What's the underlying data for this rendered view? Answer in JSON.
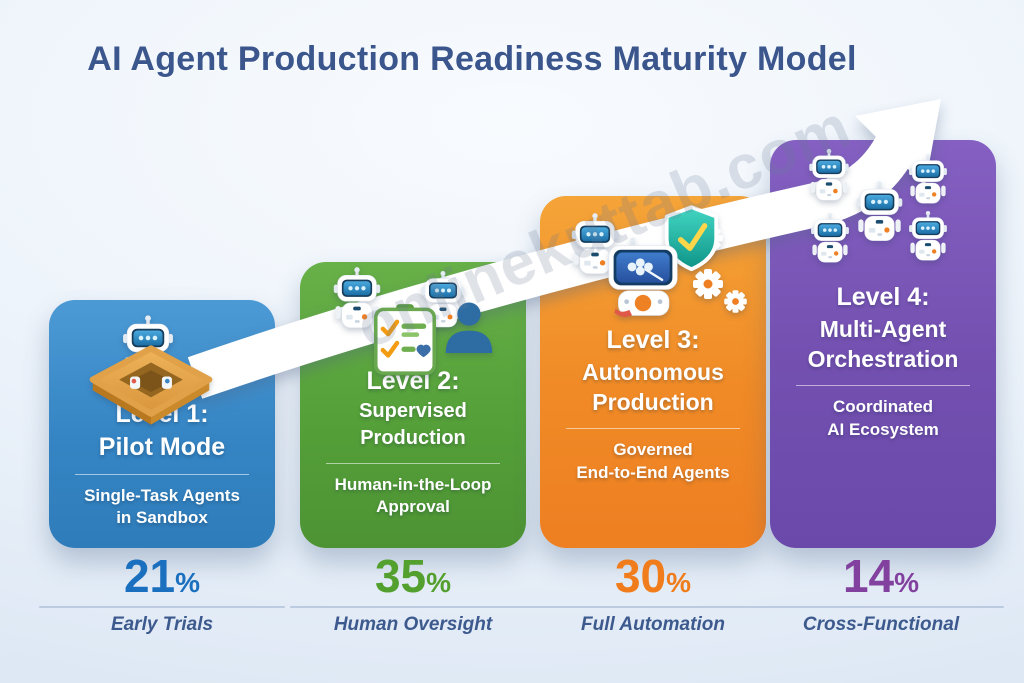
{
  "title": "AI Agent Production Readiness Maturity Model",
  "watermark": "onlinekuttab.com",
  "background_color": "#e9f0f9",
  "title_color": "#3a568c",
  "arrow_color": "#ffffff",
  "levels": [
    {
      "heading": "Level 1:",
      "name_lines": [
        "Pilot Mode"
      ],
      "sub_lines": [
        "Single-Task Agents",
        "in Sandbox"
      ],
      "card_color": "#3585c4",
      "icons": [
        "robot-icon",
        "sandbox-icon"
      ],
      "stat": {
        "value": "21",
        "unit": "%",
        "label": "Early Trials",
        "color": "#1a6fbe"
      }
    },
    {
      "heading": "Level 2:",
      "name_lines": [
        "Supervised Production"
      ],
      "sub_lines": [
        "Human-in-the-Loop",
        "Approval"
      ],
      "card_color": "#55a039",
      "icons": [
        "robot-icon",
        "robot-icon",
        "checklist-icon",
        "person-icon"
      ],
      "stat": {
        "value": "35",
        "unit": "%",
        "label": "Human Oversight",
        "color": "#53a02e"
      }
    },
    {
      "heading": "Level 3:",
      "name_lines": [
        "Autonomous",
        "Production"
      ],
      "sub_lines": [
        "Governed",
        "End-to-End Agents"
      ],
      "card_color": "#f08a26",
      "icons": [
        "robot-icon",
        "robot-screen-icon",
        "shield-check-icon",
        "gear-icon",
        "gear-icon"
      ],
      "stat": {
        "value": "30",
        "unit": "%",
        "label": "Full Automation",
        "color": "#f07c1b"
      }
    },
    {
      "heading": "Level 4:",
      "name_lines": [
        "Multi-Agent",
        "Orchestration"
      ],
      "sub_lines": [
        "Coordinated",
        "AI Ecosystem"
      ],
      "card_color": "#7350b0",
      "icons": [
        "robot-icon",
        "robot-icon",
        "robot-icon",
        "robot-icon",
        "robot-icon"
      ],
      "stat": {
        "value": "14",
        "unit": "%",
        "label": "Cross-Functional",
        "color": "#82419e"
      }
    }
  ]
}
